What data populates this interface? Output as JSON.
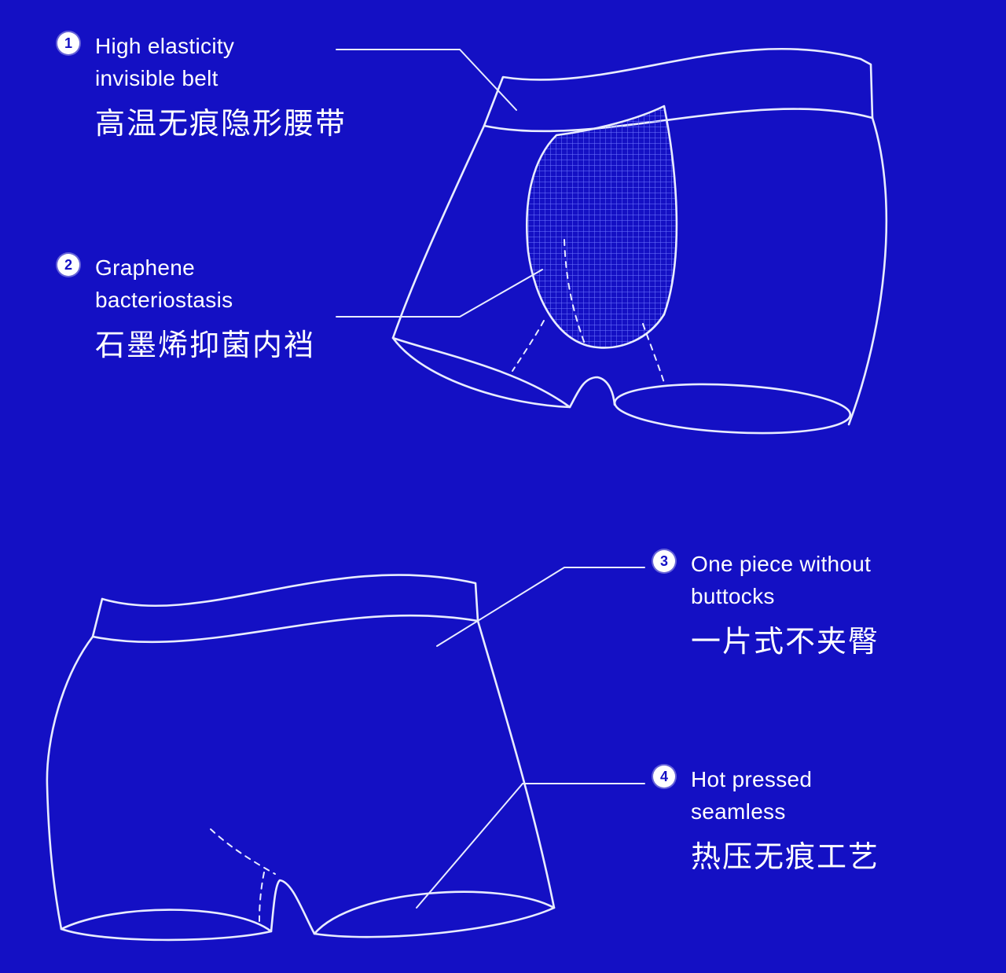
{
  "features": [
    {
      "number": "1",
      "en_line1": "High elasticity",
      "en_line2": "invisible belt",
      "zh": "高温无痕隐形腰带"
    },
    {
      "number": "2",
      "en_line1": "Graphene",
      "en_line2": "bacteriostasis",
      "zh": "石墨烯抑菌内裆"
    },
    {
      "number": "3",
      "en_line1": "One piece without",
      "en_line2": "buttocks",
      "zh": "一片式不夹臀"
    },
    {
      "number": "4",
      "en_line1": "Hot pressed",
      "en_line2": "seamless",
      "zh": "热压无痕工艺"
    }
  ],
  "colors": {
    "background": "#1410c4",
    "line": "#e8ecff",
    "text": "#ffffff"
  }
}
